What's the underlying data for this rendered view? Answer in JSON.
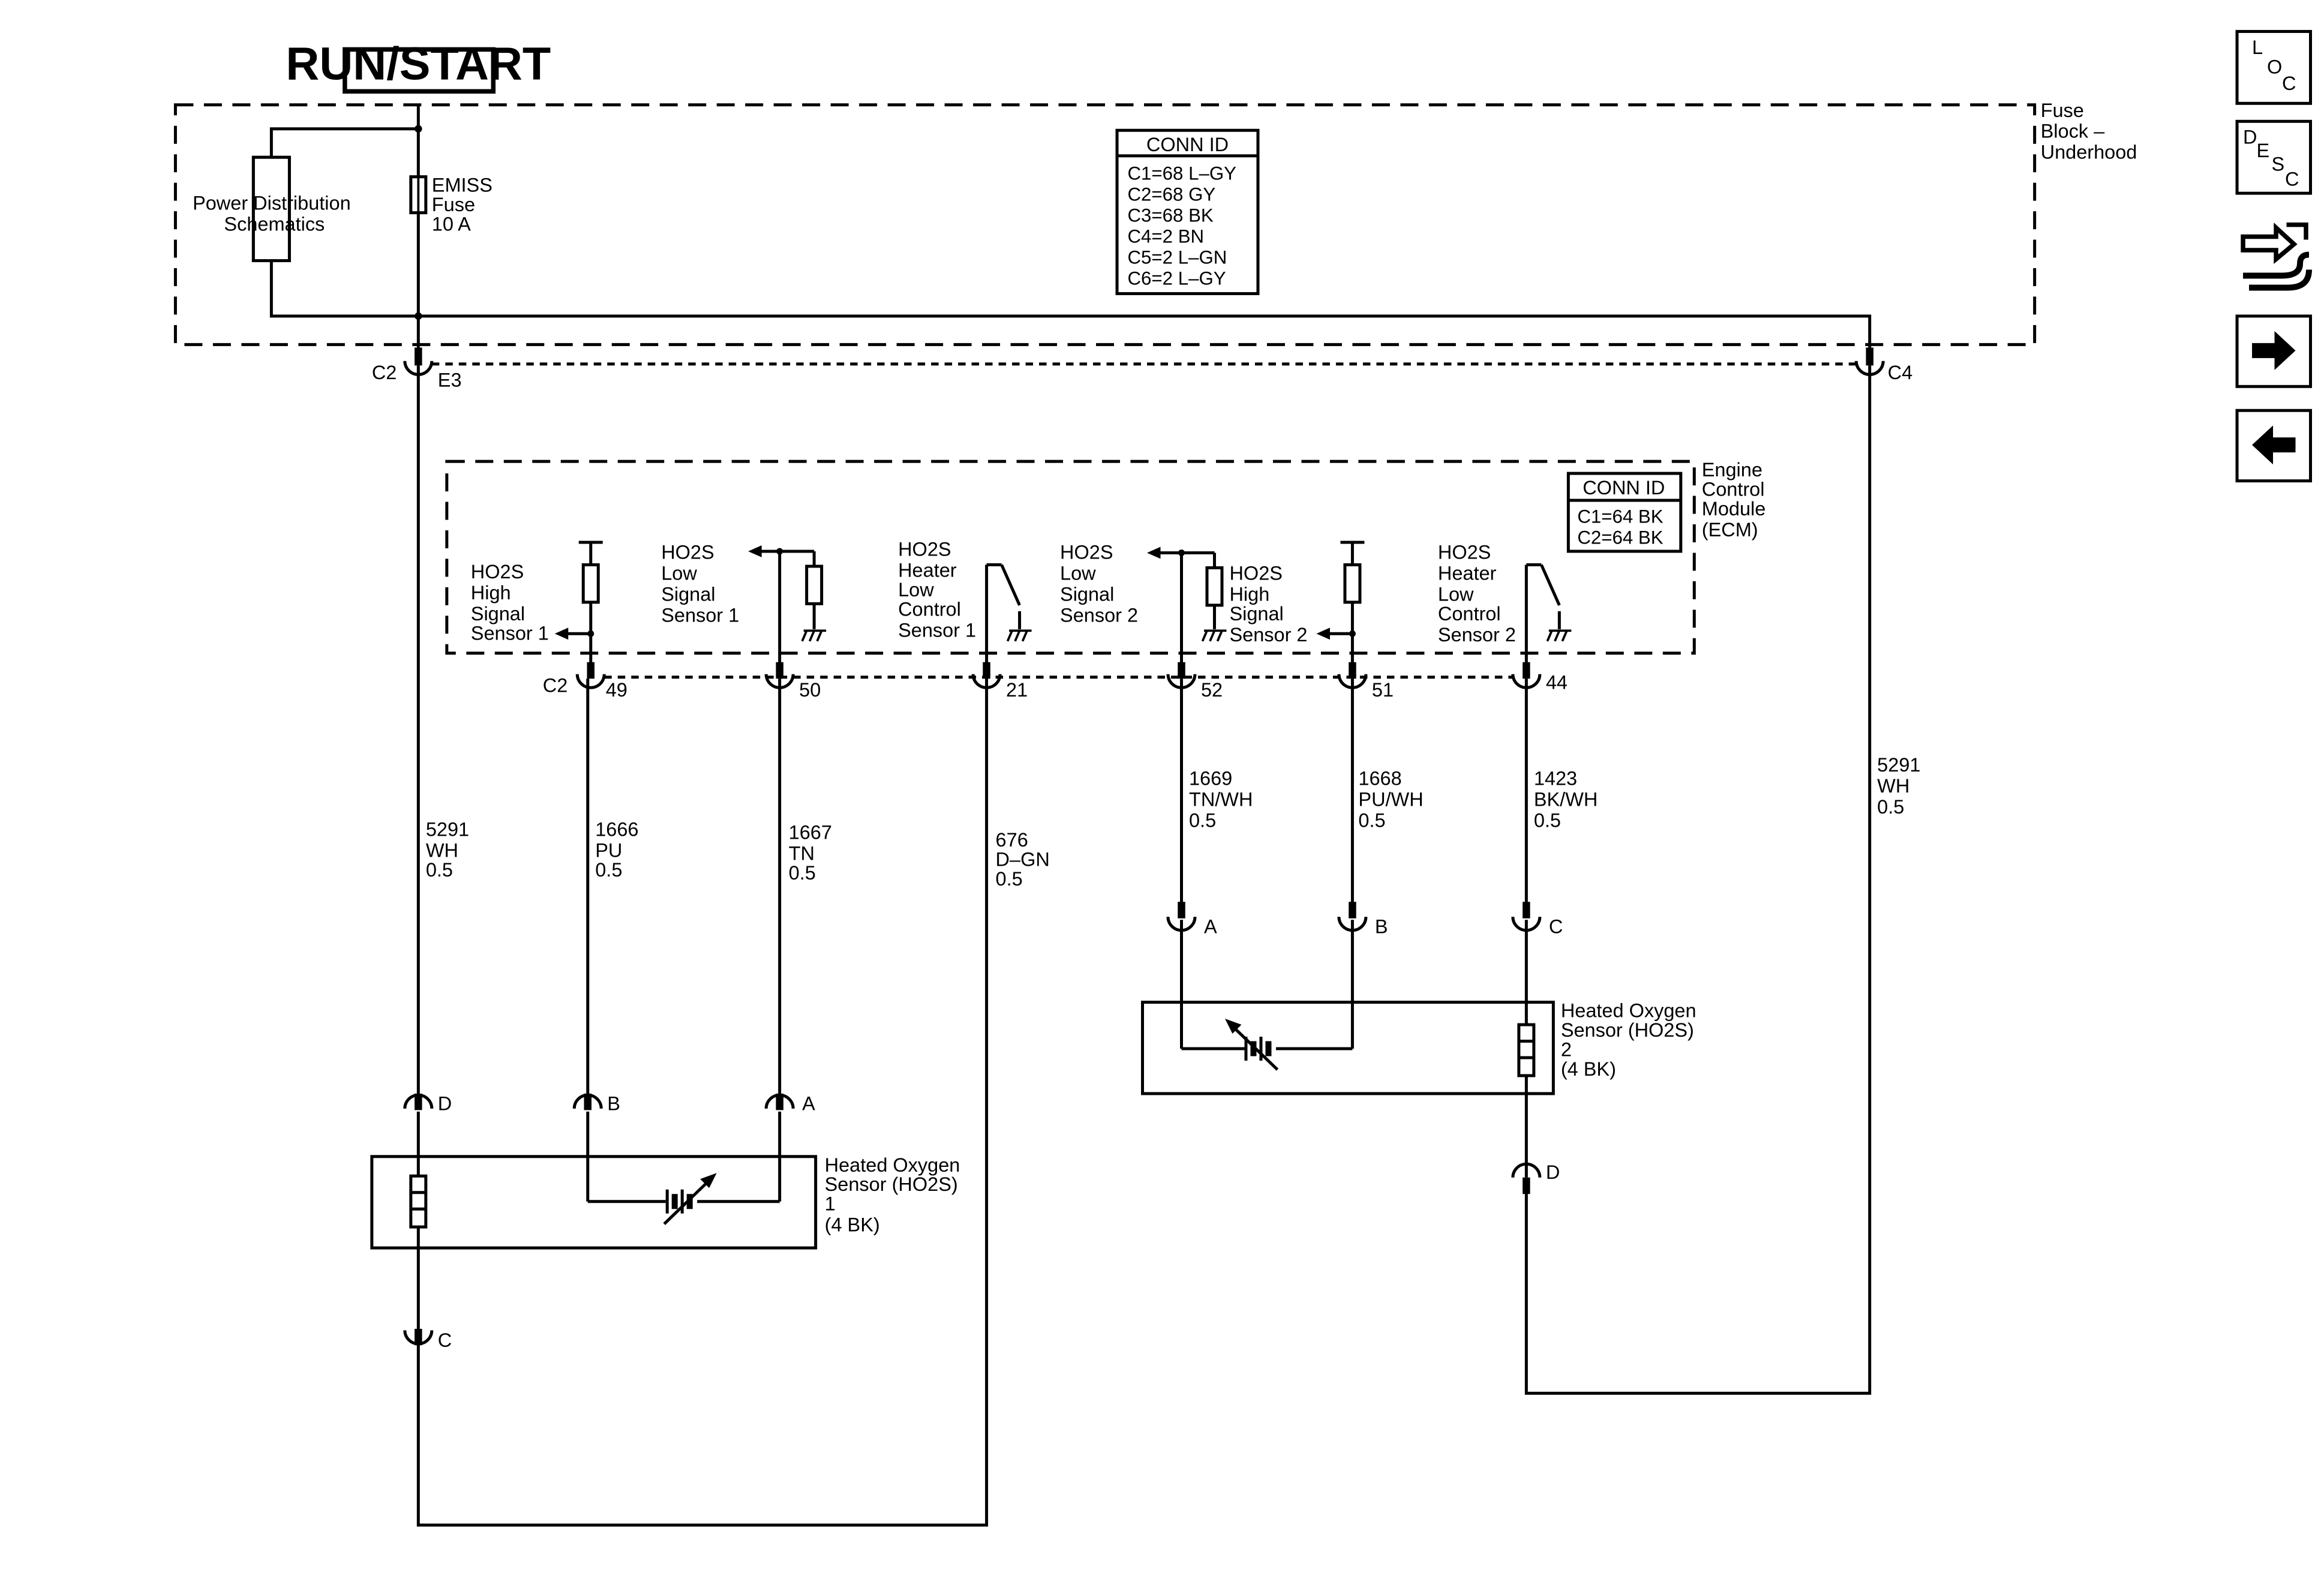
{
  "supply": {
    "label": "RUN/START"
  },
  "fuse_block": {
    "name_lines": [
      "Fuse",
      "Block –",
      "Underhood"
    ],
    "power_dist_lines": [
      "Power Distribution",
      "Schematics"
    ],
    "fuse_lines": [
      "EMISS",
      "Fuse",
      "10 A"
    ],
    "conn_id": {
      "header": "CONN ID",
      "items": [
        "C1=68 L–GY",
        "C2=68 GY",
        "C3=68 BK",
        "C4=2 BN",
        "C5=2 L–GN",
        "C6=2 L–GY"
      ]
    }
  },
  "fuse_block_connectors": {
    "left_conn": "C2",
    "left_pin": "E3",
    "right_conn": "C4"
  },
  "ecm": {
    "name_lines": [
      "Engine",
      "Control",
      "Module",
      "(ECM)"
    ],
    "conn_id": {
      "header": "CONN ID",
      "items": [
        "C1=64 BK",
        "C2=64 BK"
      ]
    },
    "connector": "C2",
    "circuits": [
      {
        "lines": [
          "HO2S",
          "High",
          "Signal",
          "Sensor 1"
        ]
      },
      {
        "lines": [
          "HO2S",
          "Low",
          "Signal",
          "Sensor 1"
        ]
      },
      {
        "lines": [
          "HO2S",
          "Heater",
          "Low",
          "Control",
          "Sensor 1"
        ]
      },
      {
        "lines": [
          "HO2S",
          "Low",
          "Signal",
          "Sensor 2"
        ]
      },
      {
        "lines": [
          "HO2S",
          "High",
          "Signal",
          "Sensor 2"
        ]
      },
      {
        "lines": [
          "HO2S",
          "Heater",
          "Low",
          "Control",
          "Sensor 2"
        ]
      }
    ],
    "pins": [
      "49",
      "50",
      "21",
      "52",
      "51",
      "44"
    ]
  },
  "wires": [
    {
      "lines": [
        "5291",
        "WH",
        "0.5"
      ]
    },
    {
      "lines": [
        "1666",
        "PU",
        "0.5"
      ]
    },
    {
      "lines": [
        "1667",
        "TN",
        "0.5"
      ]
    },
    {
      "lines": [
        "676",
        "D–GN",
        "0.5"
      ]
    },
    {
      "lines": [
        "1669",
        "TN/WH",
        "0.5"
      ]
    },
    {
      "lines": [
        "1668",
        "PU/WH",
        "0.5"
      ]
    },
    {
      "lines": [
        "1423",
        "BK/WH",
        "0.5"
      ]
    },
    {
      "lines": [
        "5291",
        "WH",
        "0.5"
      ]
    }
  ],
  "sensor1": {
    "name_lines": [
      "Heated Oxygen",
      "Sensor (HO2S)",
      "1",
      "(4 BK)"
    ],
    "pins": {
      "heater_supply": "D",
      "high": "B",
      "low": "A",
      "heater_ground": "C"
    }
  },
  "sensor2": {
    "name_lines": [
      "Heated Oxygen",
      "Sensor (HO2S)",
      "2",
      "(4 BK)"
    ],
    "pins": {
      "low": "A",
      "high": "B",
      "heater_ground": "C",
      "heater_supply": "D"
    }
  },
  "nav": {
    "loc": [
      "L",
      "O",
      "C"
    ],
    "desc": [
      "D",
      "E",
      "S",
      "C"
    ]
  }
}
